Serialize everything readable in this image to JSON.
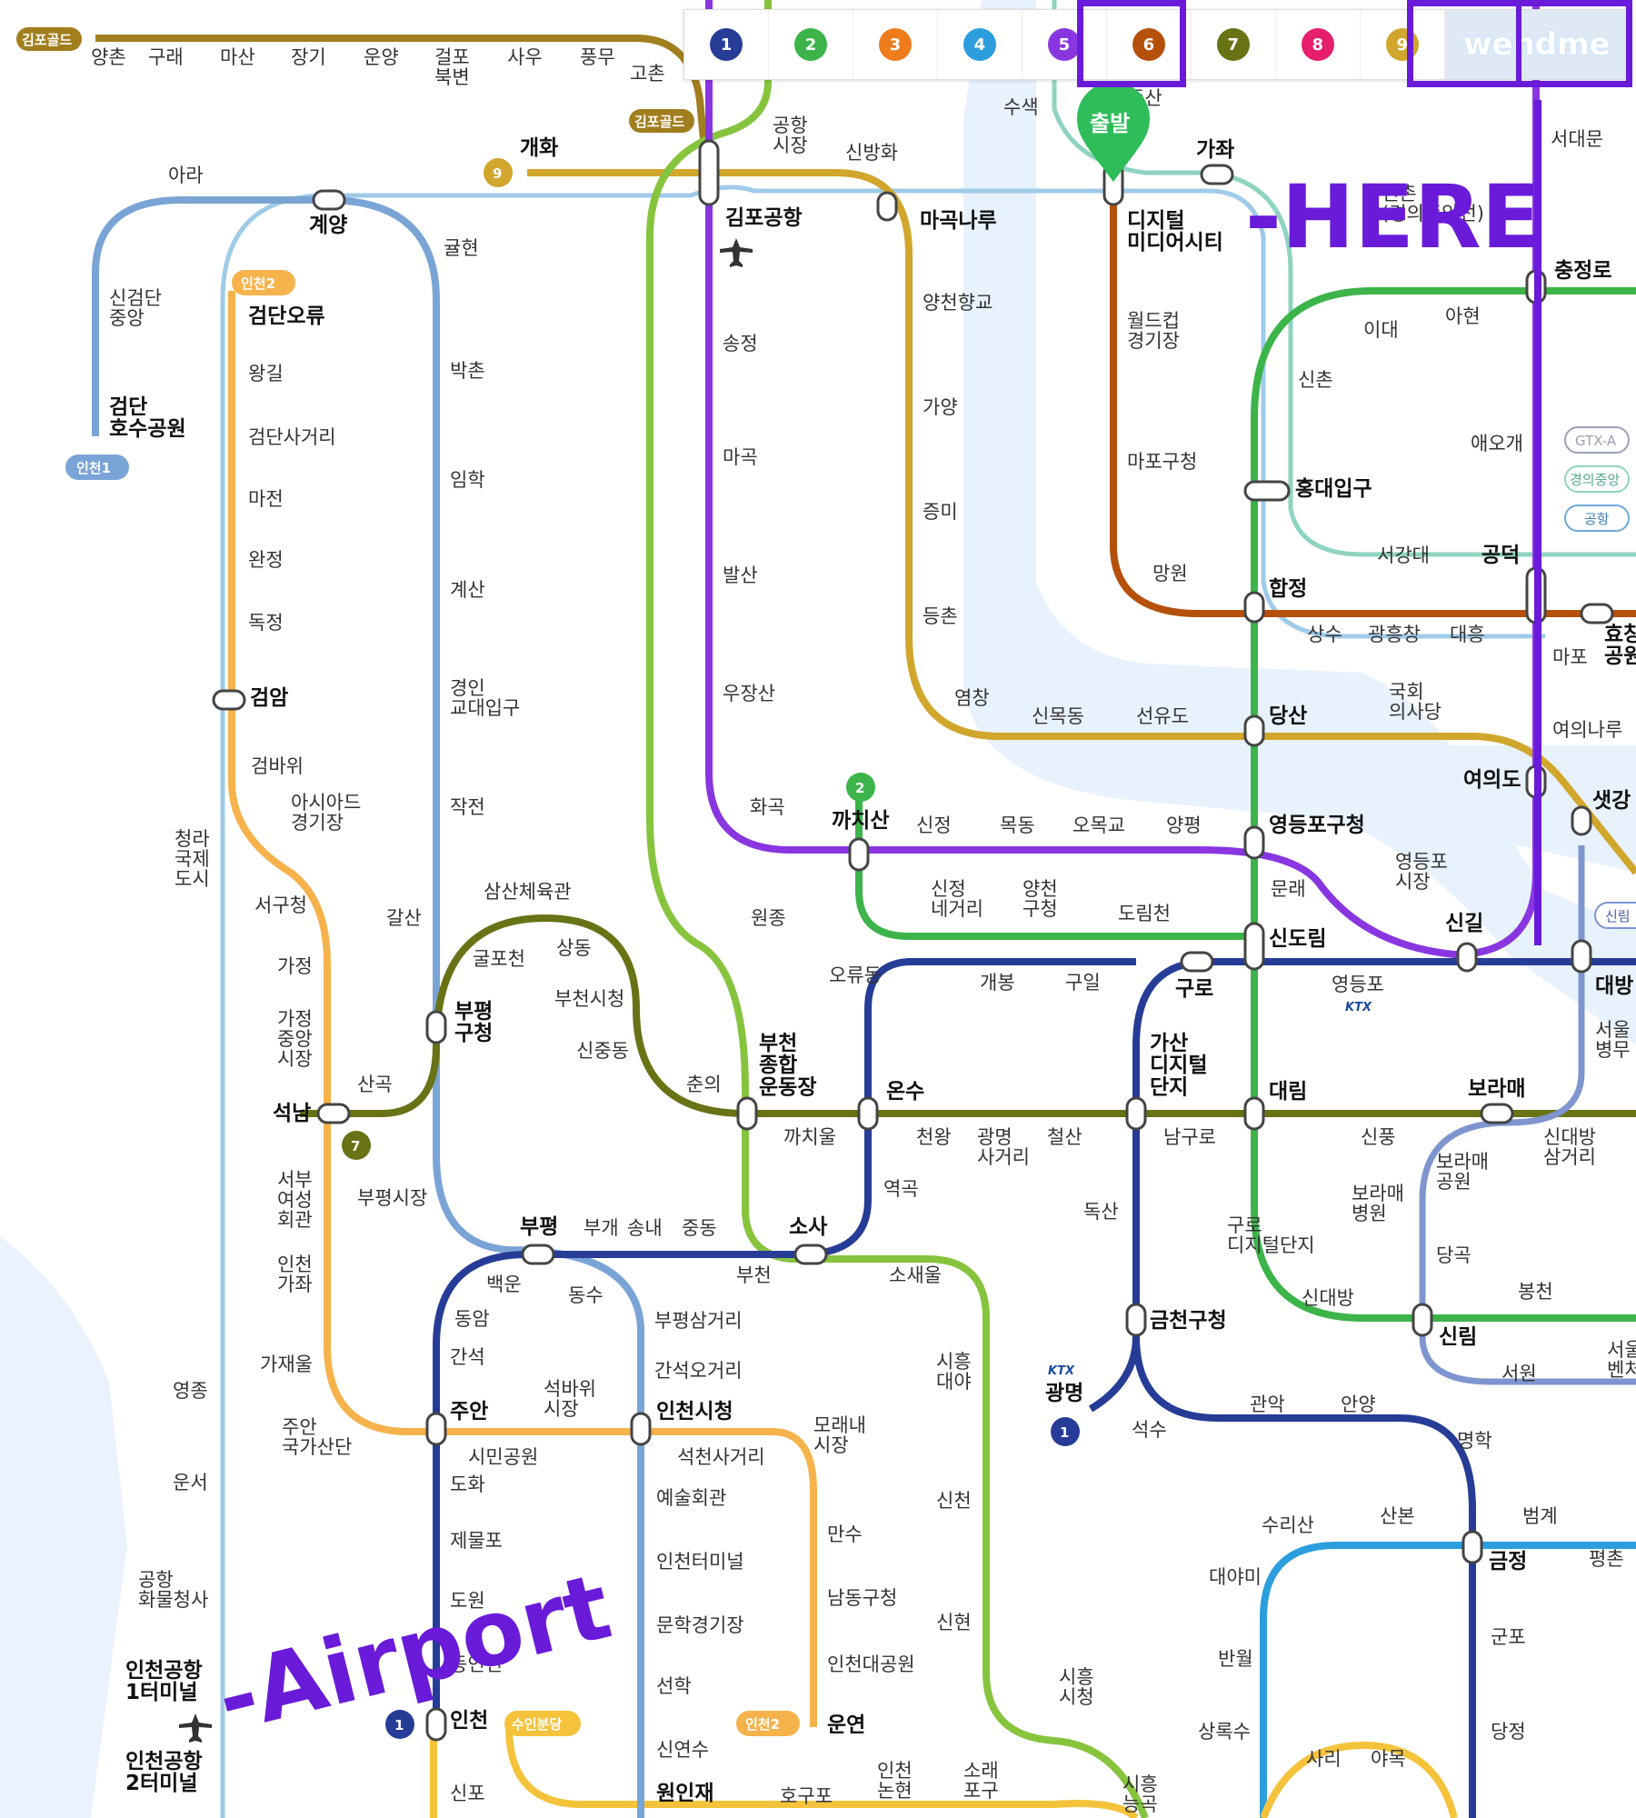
{
  "toolbar": {
    "lines": [
      {
        "num": "1",
        "color": "#263c96"
      },
      {
        "num": "2",
        "color": "#3cb44a"
      },
      {
        "num": "3",
        "color": "#ef7c1c"
      },
      {
        "num": "4",
        "color": "#2c9ede"
      },
      {
        "num": "5",
        "color": "#8936e0"
      },
      {
        "num": "6",
        "color": "#b5500b"
      },
      {
        "num": "7",
        "color": "#697215"
      },
      {
        "num": "8",
        "color": "#e51e6e"
      },
      {
        "num": "9",
        "color": "#d1a62c"
      }
    ],
    "brand": "wendme"
  },
  "annotations": {
    "here": "-HERE",
    "airport": "-Airport"
  },
  "start_marker": "출발",
  "badges": {
    "gimpo_gold": "김포골드",
    "incheon1": "인천1",
    "incheon2": "인천2",
    "suin": "수인분당",
    "gtxa": "GTX-A",
    "gyeongui": "경의중앙",
    "airport": "공항",
    "sillim": "신림",
    "ktx": "KTX"
  },
  "stations": {
    "yangchon": "양촌",
    "gurae": "구래",
    "masan": "마산",
    "janggi": "장기",
    "unyang": "운양",
    "geolpo": "걸포\n북변",
    "sau": "사우",
    "pungmu": "풍무",
    "gochon": "고촌",
    "gaehwa": "개화",
    "gonghang_market": "공항\n시장",
    "sinbanghwa": "신방화",
    "susaek": "수색",
    "jeungsan": "증산",
    "gajwa": "가좌",
    "sinchon_gyeongui": "신촌\n(경의중앙선)",
    "seodaemun": "서대문",
    "gimpo_airport": "김포공항",
    "magongnaru": "마곡나루",
    "dmc": "디지털\n미디어시티",
    "chungjeongno": "충정로",
    "ara": "아라",
    "gyeyang": "계양",
    "gyulhyeon": "귤현",
    "singeomdan": "신검단\n중앙",
    "geomdan_lake": "검단\n호수공원",
    "geomdan_oryu": "검단오류",
    "wanggil": "왕길",
    "geomdan_sageori": "검단사거리",
    "majeon": "마전",
    "wanjeong": "완정",
    "dokjeong": "독정",
    "geomam": "검암",
    "geombawi": "검바위",
    "asiad": "아시아드\n경기장",
    "cheongna": "청라\n국제\n도시",
    "seogu": "서구청",
    "gajeong": "가정",
    "gajeong_market": "가정\n중앙\n시장",
    "seongnam": "석남",
    "seobu": "서부\n여성\n회관",
    "incheon_gajwa": "인천\n가좌",
    "gajaeul": "가재울",
    "juan_national": "주안\n국가산단",
    "yeongjong": "영종",
    "unseo": "운서",
    "cargo": "공항\n화물청사",
    "t1": "인천공항\n1터미널",
    "t2": "인천공항\n2터미널",
    "bakchon": "박촌",
    "imhak": "임학",
    "gyesan": "계산",
    "gyeongin_edu": "경인\n교대입구",
    "jakjeon": "작전",
    "galsan": "갈산",
    "bupyeong_gu": "부평\n구청",
    "bupyeong_market": "부평시장",
    "bupyeong": "부평",
    "samsan": "삼산체육관",
    "gulpocheon": "굴포천",
    "sangdong": "상동",
    "bucheon_cityhall": "부천시청",
    "sinjung": "신중동",
    "chunui": "춘의",
    "bucheon_sports": "부천\n종합\n운동장",
    "sangok": "산곡",
    "ujangsan": "우장산",
    "balsan": "발산",
    "magok": "마곡",
    "songjeong": "송정",
    "hwagok": "화곡",
    "kkachisan": "까치산",
    "sinjeong": "신정",
    "mokdong": "목동",
    "omokgyo": "오목교",
    "yangpyeong": "양평",
    "yangcheon_hyanggyo": "양천향교",
    "gayang": "가양",
    "jeungmi": "증미",
    "deungchon": "등촌",
    "yeomchang": "염창",
    "sinmokdong": "신목동",
    "seonyudo": "선유도",
    "dangsan": "당산",
    "national_assembly": "국회\n의사당",
    "yeouido": "여의도",
    "yeouinaru": "여의나루",
    "saetgang": "샛강",
    "worldcup": "월드컵\n경기장",
    "mapo_gu": "마포구청",
    "mangwon": "망원",
    "hapjeong": "합정",
    "sangsu": "상수",
    "gwangheungchang": "광흥창",
    "daeheung": "대흥",
    "mapo": "마포",
    "hyochang": "효창\n공원",
    "idae": "이대",
    "ahyeon": "아현",
    "sinchon": "신촌",
    "aeogae": "애오개",
    "hongik": "홍대입구",
    "sogang": "서강대",
    "gongdeok": "공덕",
    "yeongdeungpo_gu": "영등포구청",
    "mullae": "문래",
    "yeongdeungpo_market": "영등포\n시장",
    "singil": "신길",
    "sindorim": "신도림",
    "daebang": "대방",
    "seoul_mugwa": "서울\n병무",
    "sinjeong_ne": "신정\n네거리",
    "yangcheon_gu": "양천\n구청",
    "dorimcheon": "도림천",
    "oryudong": "오류동",
    "gaebong": "개봉",
    "guil": "구일",
    "guro": "구로",
    "yeongdeungpo": "영등포",
    "onsu": "온수",
    "kkachiul": "까치울",
    "cheonwang": "천왕",
    "gwangmyeong_sageori": "광명\n사거리",
    "cheolsan": "철산",
    "gasan": "가산\n디지털\n단지",
    "namguro": "남구로",
    "daerim": "대림",
    "boramae": "보라매",
    "sinpung": "신풍",
    "sindaebang_sam": "신대방\n삼거리",
    "boramae_park": "보라매\n공원",
    "boramae_hosp": "보라매\n병원",
    "danggok": "당곡",
    "sindaebang": "신대방",
    "guro_digital": "구로\n디지털단지",
    "bongcheon": "봉천",
    "sillim": "신림",
    "seowon": "서원",
    "seoul_venture": "서울\n벤처",
    "wongok": "원종",
    "sosa": "소사",
    "yeokgok": "역곡",
    "sosaeul": "소새울",
    "bucheon": "부천",
    "bugae": "부개",
    "songnae": "송내",
    "jungdong": "중동",
    "baegun": "백운",
    "dongam": "동암",
    "dongsu": "동수",
    "ganseok": "간석",
    "juan": "주안",
    "seokbawi": "석바위\n시장",
    "bupyeong_sam": "부평삼거리",
    "ganseok_o": "간석오거리",
    "incheon_cityhall": "인천시청",
    "seokcheon": "석천사거리",
    "morae": "모래내\n시장",
    "siheung_daeya": "시흥\n대야",
    "simin_park": "시민공원",
    "dohwa": "도화",
    "jemulpo": "제물포",
    "dowon": "도원",
    "dongincheon": "동인천",
    "incheon": "인천",
    "sinpo": "신포",
    "art_center": "예술회관",
    "incheon_terminal": "인천터미널",
    "munhak": "문학경기장",
    "seonhak": "선학",
    "sinyeonsu": "신연수",
    "wonin": "원인재",
    "mansu": "만수",
    "namdong_gu": "남동구청",
    "incheon_grand": "인천대공원",
    "unyeon": "운연",
    "sincheon": "신천",
    "sinhyeon": "신현",
    "siheung_cityhall": "시흥\n시청",
    "hogupo": "호구포",
    "incheon_nonhyeon": "인천\n논현",
    "sorae": "소래\n포구",
    "siheung_neung": "시흥\n능곡",
    "gwangmyeong": "광명",
    "doksan": "독산",
    "geumcheon": "금천구청",
    "seoksu": "석수",
    "gwanak": "관악",
    "anyang": "안양",
    "myeonghak": "명학",
    "geumjeong": "금정",
    "surisan": "수리산",
    "sanbon": "산본",
    "beomgye": "범계",
    "pyeongchon": "평촌",
    "daeyami": "대야미",
    "banwol": "반월",
    "sangroksu": "상록수",
    "gunpo": "군포",
    "dangjeong": "당정",
    "sari": "사리",
    "yamok": "야목"
  }
}
